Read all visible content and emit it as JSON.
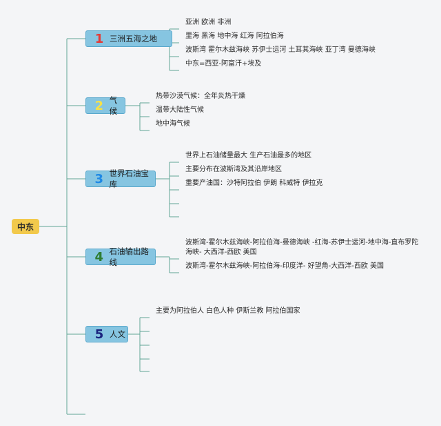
{
  "root": {
    "label": "中东"
  },
  "topics": [
    {
      "num": "1",
      "num_color": "#e53935",
      "label": "三洲五海之地",
      "leaves": [
        "亚洲 欧洲 非洲",
        "里海 黑海 地中海 红海 阿拉伯海",
        "波斯湾 霍尔木兹海峡 苏伊士运河 土耳其海峡 亚丁湾 曼德海峡",
        "中东=西亚-阿富汗+埃及"
      ]
    },
    {
      "num": "2",
      "num_color": "#f5e14a",
      "label": "气候",
      "leaves": [
        "热带沙漠气候：全年炎热干燥",
        "温带大陆性气候",
        "地中海气候"
      ]
    },
    {
      "num": "3",
      "num_color": "#1e88e5",
      "label": "世界石油宝库",
      "leaves": [
        "世界上石油储量最大 生产石油最多的地区",
        "主要分布在波斯湾及其沿岸地区",
        "重要产油国：沙特阿拉伯 伊朗 科威特 伊拉克",
        "",
        ""
      ]
    },
    {
      "num": "4",
      "num_color": "#2e7d32",
      "label": "石油输出路线",
      "leaves": [
        "波斯湾-霍尔木兹海峡-阿拉伯海-曼德海峡 -红海-苏伊士运河-地中海-直布罗陀海峡- 大西洋-西欧 美国",
        "波斯湾-霍尔木兹海峡-阿拉伯海-印度洋- 好望角-大西洋-西欧 美国"
      ]
    },
    {
      "num": "5",
      "num_color": "#1a237e",
      "label": "人文",
      "leaves": [
        "主要为阿拉伯人 白色人种 伊斯兰教 阿拉伯国家",
        "",
        "",
        "",
        ""
      ]
    }
  ]
}
